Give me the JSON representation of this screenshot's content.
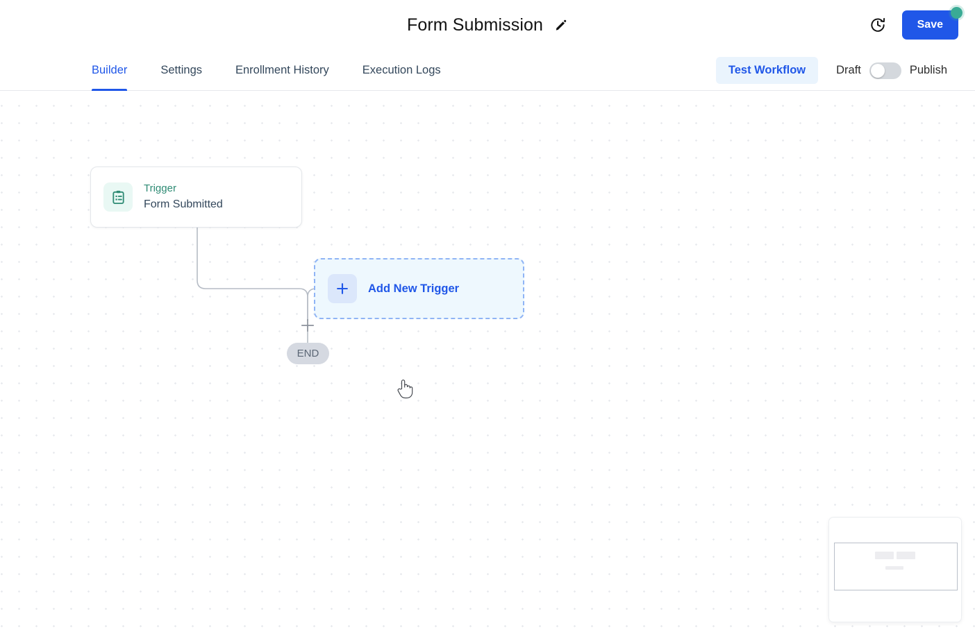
{
  "header": {
    "title": "Form Submission",
    "edit_icon": "pencil-icon",
    "history_icon": "history-clock-icon",
    "save_label": "Save",
    "save_badge_color": "#3aab95",
    "accent_color": "#2057e8"
  },
  "tabs": [
    {
      "label": "Builder",
      "active": true
    },
    {
      "label": "Settings",
      "active": false
    },
    {
      "label": "Enrollment History",
      "active": false
    },
    {
      "label": "Execution Logs",
      "active": false
    }
  ],
  "tabbar_right": {
    "test_workflow_label": "Test Workflow",
    "draft_label": "Draft",
    "publish_label": "Publish",
    "toggle_state": "draft"
  },
  "canvas": {
    "grid": "dotted",
    "nodes": {
      "trigger": {
        "icon": "clipboard-list-icon",
        "kind": "Trigger",
        "name": "Form Submitted",
        "kind_color": "#2e8b74"
      },
      "add_trigger": {
        "icon": "plus-icon",
        "label": "Add New Trigger",
        "label_color": "#2057e8"
      },
      "end": {
        "label": "END"
      }
    },
    "edge_plus_icon": "plus-icon",
    "cursor": "pointing-hand-cursor"
  },
  "minimap": {
    "label": "minimap"
  }
}
